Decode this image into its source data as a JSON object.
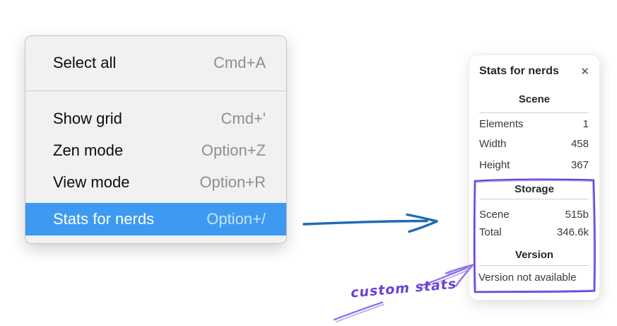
{
  "context_menu": {
    "items": [
      {
        "label": "Select all",
        "shortcut": "Cmd+A",
        "selected": false
      },
      {
        "label": "Show grid",
        "shortcut": "Cmd+'",
        "selected": false
      },
      {
        "label": "Zen mode",
        "shortcut": "Option+Z",
        "selected": false
      },
      {
        "label": "View mode",
        "shortcut": "Option+R",
        "selected": false
      },
      {
        "label": "Stats for nerds",
        "shortcut": "Option+/",
        "selected": true
      }
    ],
    "selected_item": "Stats for nerds"
  },
  "stats_panel": {
    "title": "Stats for nerds",
    "close_icon": "✕",
    "sections": [
      {
        "heading": "Scene",
        "rows": [
          {
            "label": "Elements",
            "value": "1"
          },
          {
            "label": "Width",
            "value": "458"
          },
          {
            "label": "Height",
            "value": "367"
          }
        ]
      },
      {
        "heading": "Storage",
        "rows": [
          {
            "label": "Scene",
            "value": "515b"
          },
          {
            "label": "Total",
            "value": "346.6k"
          }
        ]
      },
      {
        "heading": "Version",
        "note": "Version not available"
      }
    ]
  },
  "annotation": {
    "label": "custom stats"
  },
  "colors": {
    "menu_selection_blue": "#3d9af0",
    "flow_arrow_blue": "#1d6cb5",
    "annotation_violet": "#6741d9",
    "annotation_arrow_violet": "#8e73ea"
  }
}
